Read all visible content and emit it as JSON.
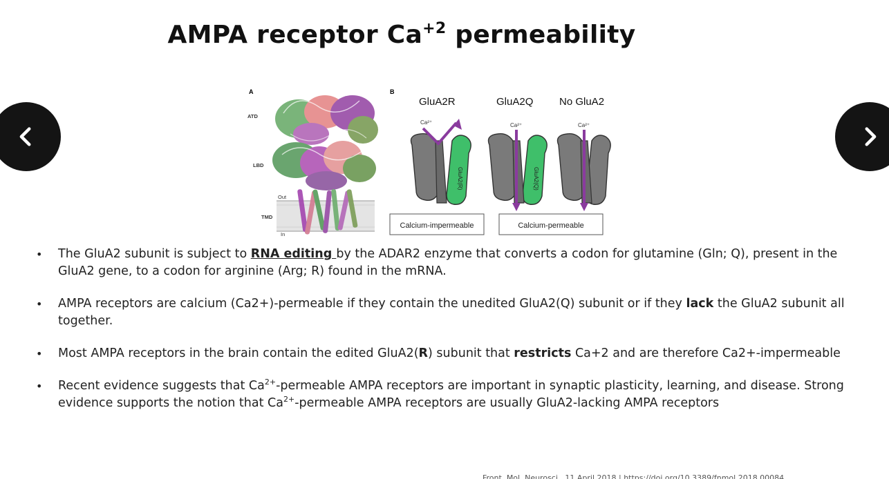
{
  "slide": {
    "title_main": "AMPA receptor Ca",
    "title_sup": "+2",
    "title_end": " permeability"
  },
  "nav": {
    "prev_icon": "chevron-left-icon",
    "next_icon": "chevron-right-icon"
  },
  "figure": {
    "panel_a": {
      "label": "A",
      "atd": "ATD",
      "lbd": "LBD",
      "tmd": "TMD",
      "out": "Out",
      "in": "In"
    },
    "panel_b": {
      "label": "B",
      "col1": "GluA2R",
      "col2": "GluA2Q",
      "col3": "No GluA2",
      "ca": "Ca²⁺",
      "sub_r": "GluA2(R)",
      "sub_q": "GluA2(Q)",
      "box_impermeable": "Calcium-impermeable",
      "box_permeable": "Calcium-permeable"
    },
    "colors": {
      "channel": "#7a7a7a",
      "subunit": "#3fbf6a",
      "arrow": "#8a3b9e"
    }
  },
  "bullets": {
    "b1": {
      "pre": "The GluA2 subunit is subject to ",
      "link": "RNA editing ",
      "post": "by the ADAR2 enzyme that converts a codon for glutamine (Gln; Q), present in the GluA2 gene, to a codon for arginine (Arg; R) found in the mRNA."
    },
    "b2": {
      "pre": "AMPA receptors are calcium (Ca2+)-permeable if they contain the unedited GluA2(Q) subunit or if they ",
      "bold": "lack",
      "post": " the GluA2 subunit all together."
    },
    "b3": {
      "pre": "Most AMPA receptors in the brain contain the edited GluA2(",
      "bold1": "R",
      "mid": ") subunit that ",
      "bold2": "restricts",
      "post": " Ca+2 and are therefore Ca2+-impermeable"
    },
    "b4": {
      "pre": "Recent evidence suggests that Ca",
      "sup1": "2+",
      "mid": "-permeable AMPA receptors are important in synaptic plasticity, learning, and disease. Strong evidence supports the notion that Ca",
      "sup2": "2+",
      "post": "-permeable AMPA receptors are usually GluA2-lacking AMPA receptors"
    }
  },
  "citation": "Front. Mol. Neurosci., 11 April 2018 | https://doi.org/10.3389/fnmol.2018.00084"
}
